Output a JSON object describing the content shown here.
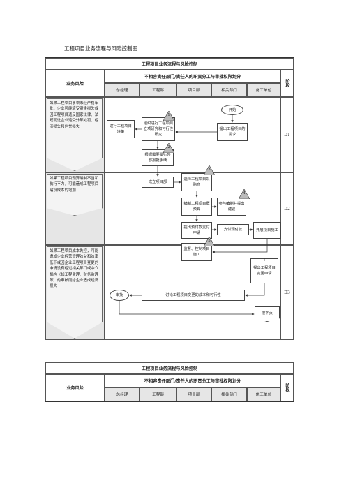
{
  "caption": "工程项目业务流程与风险控制图",
  "table1": {
    "title": "工程项目业务流程与风险控制",
    "risk_header": "业务风险",
    "resp_header": "不相容责任部门/责任人的职责分工与审批权限划分",
    "stage_header": "阶段",
    "columns": [
      "总经理",
      "工程部",
      "项目部",
      "相关部门",
      "施工单位"
    ],
    "risks": [
      "如果工程项目事项未经严格审批，企业可能遭受资金损失或因工程项目违反国家法律、法规而让企业遭受外部处罚、经济损失和信誉损失",
      "如果工程项目预算编制不当和执行不力，可能造成工程项目建设成本的增加",
      "如果工程项目成本失控，可能造成企业经营管理效益和效率低下或因企业工程项目变更的申请没有经过相关部门或中介机构（如工程监理、财务监理等）的审核而给企业造成经济损失"
    ],
    "stages": [
      "D1",
      "D2",
      "D3"
    ],
    "nodes": {
      "start": "开始",
      "decide": "进行工程项目决策",
      "org_study": "组织进行工程项目立项研究和可行性研究",
      "propose_need": "提出工程项目的需求",
      "external_approval": "根据需要履行外部报批手续",
      "set_dept": "成立项目部",
      "choose_purchase": "选择工程项目采购商",
      "budget": "编制工程项目概预算",
      "assist_budget": "参与编制并提出建议",
      "pay_request": "提出预付款支付申请",
      "pay": "支付预付款",
      "construct": "开展项目施工",
      "supervise": "监督、控制项目施工",
      "change_request": "提出工程项目变更申请",
      "discuss": "讨论工程项目变更的成本和可行性",
      "approve": "审批",
      "next_page": "接下页"
    },
    "flags": [
      "1",
      "2",
      "3",
      "4",
      "5"
    ]
  },
  "table2": {
    "title": "工程项目业务流程与风险控制",
    "risk_header": "业务风险",
    "resp_header": "不相容责任部门/责任人的职责分工与审批权限划分",
    "stage_header": "阶段",
    "columns": [
      "总经理",
      "工程部",
      "项目部",
      "相关部门",
      "施工单位"
    ]
  }
}
